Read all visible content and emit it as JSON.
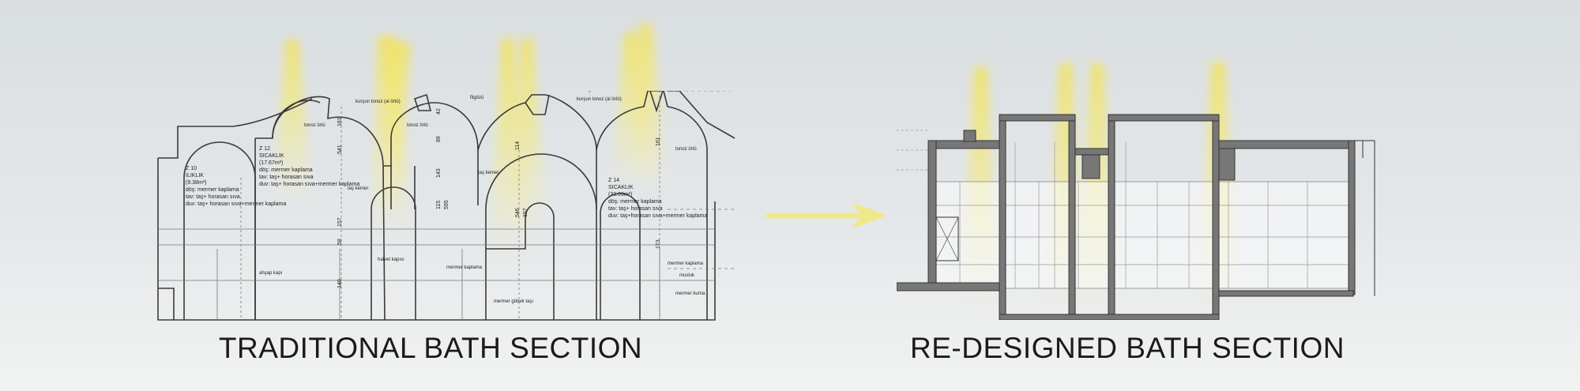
{
  "left": {
    "title": "TRADITIONAL BATH SECTION",
    "zones": [
      {
        "code": "Z 10",
        "name": "ILIKLIK",
        "area": "(9.38m²)",
        "floor": "döş: mermer kaplama",
        "ceiling": "tav: taş+ horasan sıva",
        "wall": "duv: taş+ horasan sıva+mermer kaplama"
      },
      {
        "code": "Z 12",
        "name": "SICAKLIK",
        "area": "(17.67m²)",
        "floor": "döş: mermer kaplama",
        "ceiling": "tav: taş+ horasan sıva",
        "wall": "duv: taş+ horasan sıva+mermer kaplama"
      },
      {
        "code": "Z 14",
        "name": "SICAKLIK",
        "area": "(33.09m²)",
        "floor": "döş: mermer kaplama",
        "ceiling": "tav: taş+ horasan sıva",
        "wall": "duv: taş+horasan sıva+mermer kaplama"
      }
    ],
    "labels": {
      "tonoz": "tonoz örtü",
      "kubbe": "kurşun tonoz (al örtü)",
      "fil": "filgözü",
      "kemer": "taş kemer",
      "halvet": "halvet kapısı",
      "mermer": "mermer kaplama",
      "ahsap": "ahşap kapı",
      "gobek": "mermer göbek taşı",
      "musluk": "musluk",
      "kurna": "mermer kurna"
    },
    "dims": [
      "541",
      "161",
      "157",
      "58",
      "140",
      "42",
      "89",
      "143",
      "115",
      "595",
      "546",
      "114",
      "157",
      "161",
      "173"
    ]
  },
  "right": {
    "title": "RE-DESIGNED BATH SECTION"
  },
  "colors": {
    "light": "#f2e87a",
    "arrow": "#efe98a",
    "line": "#333333"
  }
}
